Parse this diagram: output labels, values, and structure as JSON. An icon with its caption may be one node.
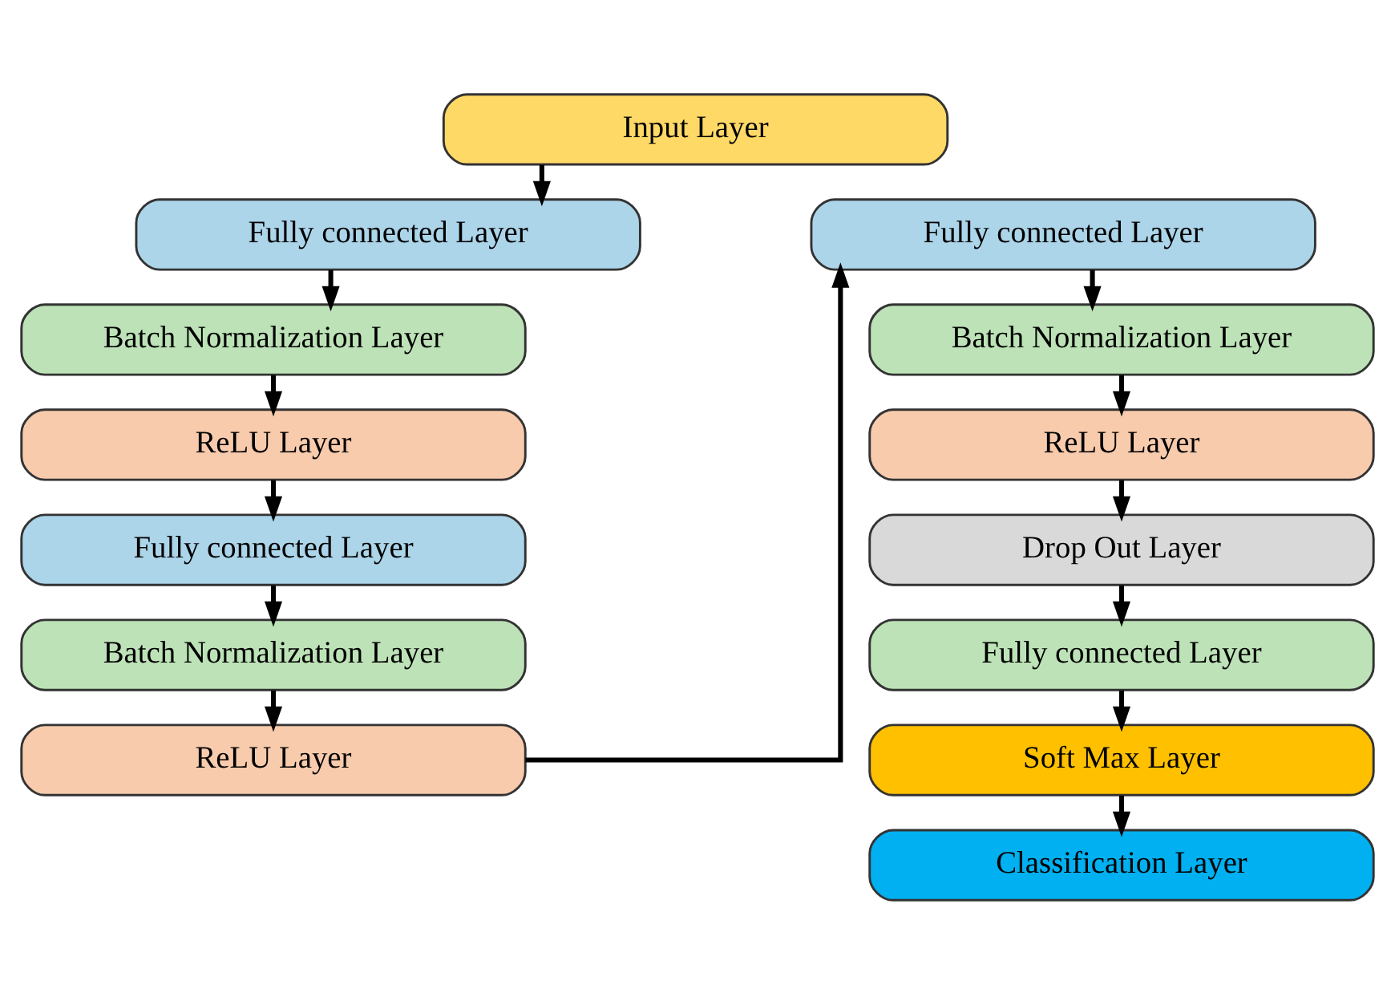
{
  "diagram": {
    "nodes": [
      {
        "text": [
          "Input Layer"
        ]
      },
      {
        "text": [
          "Fully connected Layer"
        ]
      },
      {
        "text": [
          "Batch Normalization Layer"
        ]
      },
      {
        "text": [
          "ReLU Layer"
        ]
      },
      {
        "text": [
          "Fully connected Layer"
        ]
      },
      {
        "text": [
          "Batch Normalization Layer"
        ]
      },
      {
        "text": [
          "ReLU Layer"
        ]
      },
      {
        "text": [
          "Fully connected Layer"
        ]
      },
      {
        "text": [
          "Batch Normalization Layer"
        ]
      },
      {
        "text": [
          "ReLU Layer"
        ]
      },
      {
        "text": [
          "Drop Out Layer"
        ]
      },
      {
        "text": [
          "Fully connected Layer"
        ]
      },
      {
        "text": [
          "Soft Max Layer"
        ]
      },
      {
        "text": [
          "Classification Layer"
        ]
      }
    ],
    "edges": [
      {
        "from": 0,
        "to": 1,
        "arrow": "to"
      },
      {
        "from": 1,
        "to": 2,
        "arrow": "to"
      },
      {
        "from": 2,
        "to": 3,
        "arrow": "to"
      },
      {
        "from": 3,
        "to": 4,
        "arrow": "to"
      },
      {
        "from": 4,
        "to": 5,
        "arrow": "to"
      },
      {
        "from": 5,
        "to": 6,
        "arrow": "to"
      },
      {
        "from": 6,
        "to": 7,
        "arrow": "to"
      },
      {
        "from": 7,
        "to": 8,
        "arrow": "to"
      },
      {
        "from": 8,
        "to": 9,
        "arrow": "to"
      },
      {
        "from": 9,
        "to": 10,
        "arrow": "to"
      },
      {
        "from": 10,
        "to": 11,
        "arrow": "to"
      },
      {
        "from": 11,
        "to": 12,
        "arrow": "to"
      },
      {
        "from": 12,
        "to": 13,
        "arrow": "to"
      }
    ]
  }
}
